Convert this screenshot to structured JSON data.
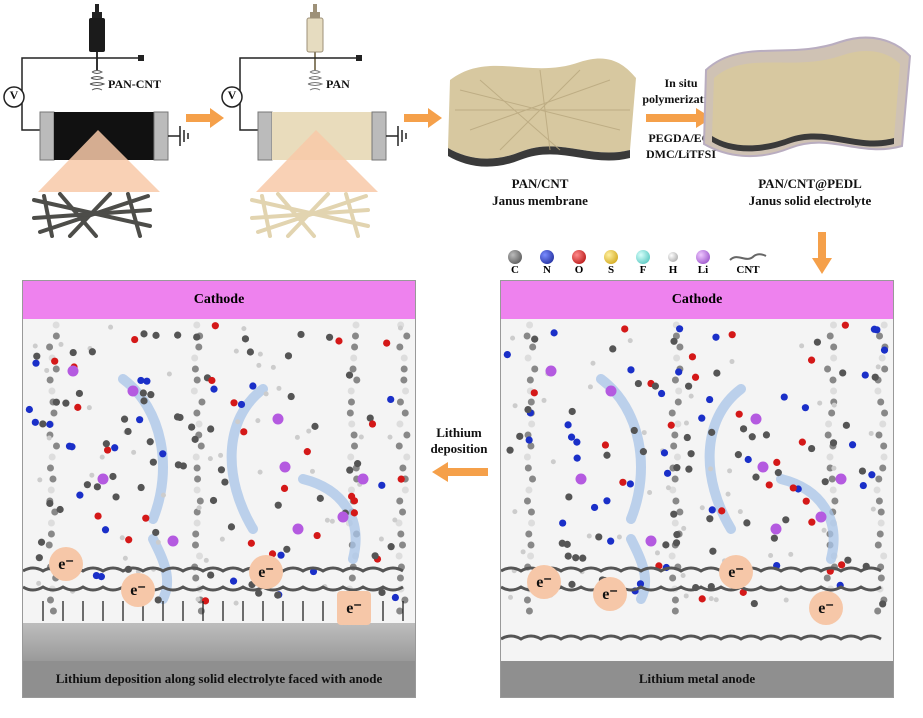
{
  "top": {
    "needle1_label": "PAN-CNT",
    "needle2_label": "PAN",
    "voltmeter_symbol": "V",
    "membrane_label_1": "PAN/CNT",
    "membrane_label_2": "Janus membrane",
    "process_line1": "In situ",
    "process_line2": "polymerization",
    "process_line3": "PEGDA/EC/",
    "process_line4": "DMC/LiTFSI",
    "electrolyte_label_1": "PAN/CNT@PEDL",
    "electrolyte_label_2": "Janus solid electrolyte"
  },
  "legend": [
    {
      "label": "C",
      "color": "#555555"
    },
    {
      "label": "N",
      "color": "#1a2fc8"
    },
    {
      "label": "O",
      "color": "#d41818"
    },
    {
      "label": "S",
      "color": "#e8c010"
    },
    {
      "label": "F",
      "color": "#6fe0d8"
    },
    {
      "label": "H",
      "color": "#cccccc"
    },
    {
      "label": "Li",
      "color": "#b45ae0"
    },
    {
      "label": "CNT",
      "color": "#666666"
    }
  ],
  "left_panel": {
    "cathode_label": "Cathode",
    "anode_label": "Lithium deposition along solid electrolyte faced  with anode",
    "electron_label": "e⁻"
  },
  "right_panel": {
    "cathode_label": "Cathode",
    "anode_label": "Lithium metal anode",
    "electron_label": "e⁻"
  },
  "middle": {
    "deposition_line1": "Lithium",
    "deposition_line2": "deposition"
  },
  "colors": {
    "cathode": "#ee82ee",
    "anode": "#8f8f8f",
    "arrow": "#f5a04a",
    "electron": "#f6c7a8",
    "ion_path": "#a8c4e8"
  }
}
